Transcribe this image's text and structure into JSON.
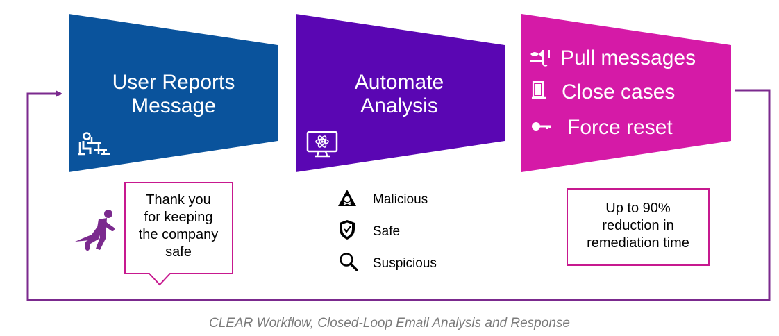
{
  "colors": {
    "stage1": "#0a539c",
    "stage2": "#5a06b3",
    "stage3": "#d51aa7",
    "loop_line": "#7b2a8e",
    "hero": "#7b2a8e",
    "box_border": "#c7198f"
  },
  "stages": [
    {
      "title_lines": [
        "User Reports",
        "Message"
      ],
      "icon": "user-at-desk-icon"
    },
    {
      "title_lines": [
        "Automate",
        "Analysis"
      ],
      "icon": "monitor-atom-icon"
    },
    {
      "actions": [
        {
          "label": "Pull messages",
          "icon": "fishing-hook-icon"
        },
        {
          "label": "Close cases",
          "icon": "door-icon"
        },
        {
          "label": "Force reset",
          "icon": "key-icon"
        }
      ]
    }
  ],
  "thank_you_box": {
    "lines": [
      "Thank you",
      "for keeping",
      "the company",
      "safe"
    ],
    "icon": "superhero-icon"
  },
  "verdicts": [
    {
      "label": "Malicious",
      "icon": "skull-warning-icon"
    },
    {
      "label": "Safe",
      "icon": "shield-check-icon"
    },
    {
      "label": "Suspicious",
      "icon": "magnifier-icon"
    }
  ],
  "reduction_box": {
    "lines": [
      "Up to 90%",
      "reduction in",
      "remediation time"
    ]
  },
  "caption": "CLEAR Workflow, Closed-Loop Email Analysis and Response"
}
